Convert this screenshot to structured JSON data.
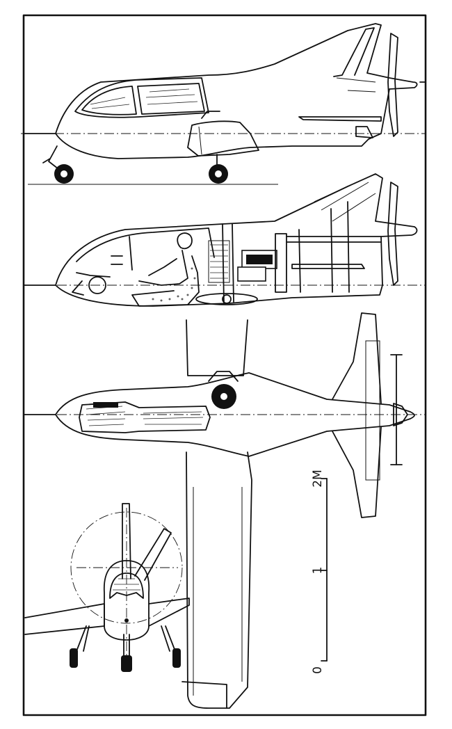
{
  "scale": {
    "labels": [
      "0",
      "1",
      "2M"
    ]
  },
  "views": [
    {
      "name": "side-view-exterior"
    },
    {
      "name": "side-view-cutaway"
    },
    {
      "name": "top-plan-view"
    },
    {
      "name": "front-view"
    }
  ]
}
